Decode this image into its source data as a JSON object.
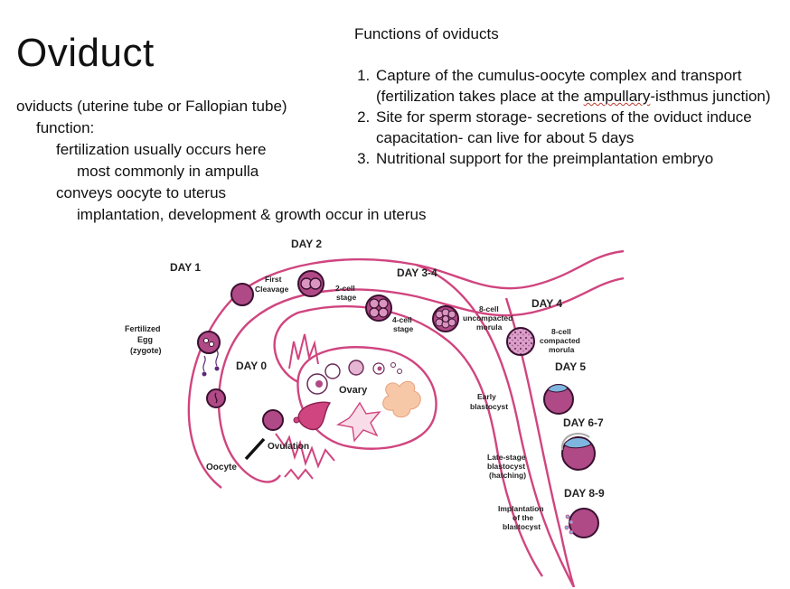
{
  "title": "Oviduct",
  "left": {
    "line1": "oviducts (uterine tube or Fallopian tube)",
    "line2": "function:",
    "line3": "fertilization usually occurs here",
    "line4": "most commonly in ampulla",
    "line5": "conveys oocyte to uterus",
    "line6": "implantation, development & growth occur in uterus"
  },
  "right": {
    "heading": "Functions of oviducts",
    "item1_pre": "Capture of the cumulus-oocyte complex and transport (fertilization takes place at the ",
    "item1_flag": "ampullary",
    "item1_post": "-isthmus junction)",
    "item2": "Site for sperm storage- secretions of the oviduct induce capacitation- can live for about 5 days",
    "item3": "Nutritional support for the preimplantation embryo"
  },
  "diagram": {
    "days": {
      "d0": "DAY 0",
      "d1": "DAY 1",
      "d2": "DAY 2",
      "d34": "DAY 3-4",
      "d4": "DAY 4",
      "d5": "DAY 5",
      "d67": "DAY 6-7",
      "d89": "DAY 8-9"
    },
    "labels": {
      "first_cleavage_1": "First",
      "first_cleavage_2": "Cleavage",
      "two_cell_1": "2-cell",
      "two_cell_2": "stage",
      "four_cell_1": "4-cell",
      "four_cell_2": "stage",
      "eight_uncomp_1": "8-cell",
      "eight_uncomp_2": "uncompacted",
      "eight_uncomp_3": "morula",
      "eight_comp_1": "8-cell",
      "eight_comp_2": "compacted",
      "eight_comp_3": "morula",
      "fertilized_1": "Fertilized",
      "fertilized_2": "Egg",
      "fertilized_3": "(zygote)",
      "ovary": "Ovary",
      "ovulation": "Ovulation",
      "oocyte": "Oocyte",
      "early_blast_1": "Early",
      "early_blast_2": "blastocyst",
      "late_blast_1": "Late-stage",
      "late_blast_2": "blastocyst",
      "late_blast_3": "(hatching)",
      "implant_1": "Implantation",
      "implant_2": "of the",
      "implant_3": "blastocyst"
    },
    "colors": {
      "tube": "#d0457f",
      "cell_fill": "#b04a86",
      "cell_dark": "#3a1030",
      "blue_spot": "#7fb6e0",
      "follicle": "#f7c8a8"
    }
  }
}
